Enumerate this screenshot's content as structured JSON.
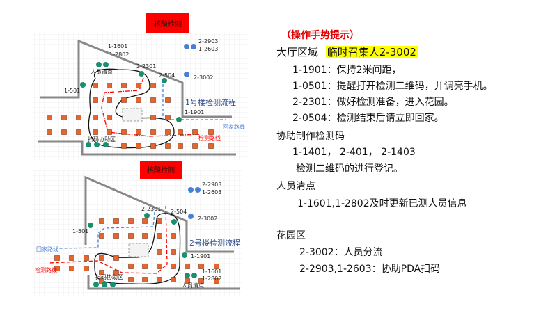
{
  "diagram1": {
    "title": "核酸检测",
    "flow_title": "1号楼检测流程",
    "home_route": "回家路线",
    "test_route": "检测路线",
    "scan_area": "扫码协助区",
    "headcount": "人员清点",
    "labels": [
      "1-1601",
      "1-2802",
      "2-2301",
      "2-504",
      "2-3002",
      "1-501",
      "1-1901",
      "2-2903",
      "1-2603"
    ]
  },
  "diagram2": {
    "title": "核酸检测",
    "flow_title": "2号楼检测流程",
    "home_route": "回家路线",
    "test_route": "检测路线",
    "scan_area": "扫码协助区",
    "headcount": "人员清点",
    "labels": [
      "2-2903",
      "1-2603",
      "2-2301",
      "2-504",
      "2-3002",
      "1-501",
      "1-1901",
      "1-1601",
      "1-2802"
    ]
  },
  "notes": {
    "header": "（操作手势提示）",
    "hall_title": "大厅区域",
    "hall_convener": "临时召集人2-3002",
    "hall_items": [
      "1-1901：保持2米间距，",
      "1-0501：提醒打开检测二维码，并调亮手机。",
      "2-2301：做好检测准备，进入花园。",
      "2-0504：检测结束后请立即回家。"
    ],
    "assist_title": "协助制作检测码",
    "assist_people": "1-1401， 2-401，  2-1403",
    "assist_task": "检测二维码的进行登记。",
    "count_title": "人员清点",
    "count_task": "1-1601,1-2802及时更新已测人员信息",
    "garden_title": "花园区",
    "garden_items": [
      "2-3002：人员分流",
      "2-2903,1-2603：协助PDA扫码"
    ]
  },
  "colors": {
    "title_box": "#ff0000",
    "tester": "#e8642c",
    "staff": "#1a8f6f",
    "scanner": "#4a7fd6",
    "home_route": "#4a7fd6",
    "test_route": "#ff0000"
  }
}
